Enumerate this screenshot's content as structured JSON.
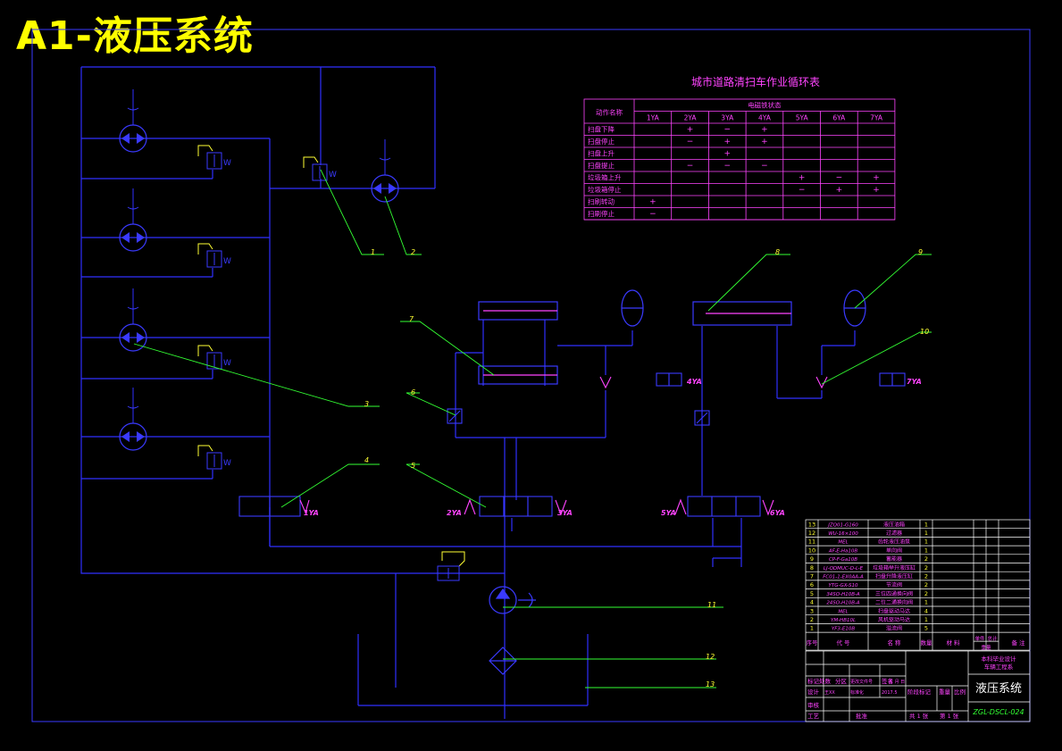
{
  "sheet_title": "A1-液压系统",
  "cycle_table": {
    "title": "城市道路清扫车作业循环表",
    "header_action": "动作名称",
    "header_group": "电磁铁状态",
    "columns": [
      "1YA",
      "2YA",
      "3YA",
      "4YA",
      "5YA",
      "6YA",
      "7YA"
    ],
    "rows": [
      {
        "name": "扫盘下降",
        "cells": [
          "",
          "+",
          "−",
          "+",
          "",
          "",
          ""
        ]
      },
      {
        "name": "扫盘停止",
        "cells": [
          "",
          "−",
          "+",
          "+",
          "",
          "",
          ""
        ]
      },
      {
        "name": "扫盘上升",
        "cells": [
          "",
          "",
          "+",
          "",
          "",
          "",
          ""
        ]
      },
      {
        "name": "扫盘提止",
        "cells": [
          "",
          "−",
          "−",
          "−",
          "",
          "",
          ""
        ]
      },
      {
        "name": "垃圾箱上升",
        "cells": [
          "",
          "",
          "",
          "",
          "+",
          "−",
          "+"
        ]
      },
      {
        "name": "垃圾箱停止",
        "cells": [
          "",
          "",
          "",
          "",
          "−",
          "+",
          "+"
        ]
      },
      {
        "name": "扫刷转动",
        "cells": [
          "+",
          "",
          "",
          "",
          "",
          "",
          ""
        ]
      },
      {
        "name": "扫刷停止",
        "cells": [
          "−",
          "",
          "",
          "",
          "",
          "",
          ""
        ]
      }
    ]
  },
  "solenoid_labels": {
    "a1": "1YA",
    "b2": "2YA",
    "b3": "3YA",
    "c4": "4YA",
    "d5": "5YA",
    "d6": "6YA",
    "e7": "7YA"
  },
  "symbol_letter_w": "W",
  "callouts": [
    "1",
    "2",
    "3",
    "4",
    "5",
    "6",
    "7",
    "8",
    "9",
    "10",
    "11",
    "12",
    "13"
  ],
  "parts_list": {
    "rows": [
      {
        "no": "13",
        "code": "JZQ01-G160",
        "name": "液压油箱",
        "qty": "1"
      },
      {
        "no": "12",
        "code": "WU-16×100",
        "name": "过滤器",
        "qty": "1"
      },
      {
        "no": "11",
        "code": "MEL",
        "name": "齿轮液压油泵",
        "qty": "1"
      },
      {
        "no": "10",
        "code": "AF-E-Ha10B",
        "name": "单向阀",
        "qty": "1"
      },
      {
        "no": "9",
        "code": "CP-F-Ga10B",
        "name": "蓄能器",
        "qty": "2"
      },
      {
        "no": "8",
        "code": "LJ-QDMUC-D-L-E",
        "name": "垃圾箱举升液压缸",
        "qty": "2"
      },
      {
        "no": "7",
        "code": "FC01-1-EX0AA-A",
        "name": "扫盘升降液压缸",
        "qty": "2"
      },
      {
        "no": "6",
        "code": "YTG-GX-S10",
        "name": "节流阀",
        "qty": "2"
      },
      {
        "no": "5",
        "code": "34SO-H10B-A",
        "name": "三位四通换向阀",
        "qty": "2"
      },
      {
        "no": "4",
        "code": "24SO-H10B-A",
        "name": "二位二通换向阀",
        "qty": "1"
      },
      {
        "no": "3",
        "code": "MEL",
        "name": "扫盘驱动马达",
        "qty": "4"
      },
      {
        "no": "2",
        "code": "YM-HB10L",
        "name": "风机驱动马达",
        "qty": "1"
      },
      {
        "no": "1",
        "code": "YF3-E10B",
        "name": "溢流阀",
        "qty": "5"
      }
    ],
    "header": {
      "no": "序号",
      "code": "代 号",
      "name": "名 称",
      "qty": "数量",
      "material": "材 料",
      "unit_weight": "单件",
      "total_weight": "总计",
      "weight": "重量",
      "remarks": "备 注"
    }
  },
  "title_block": {
    "school": "本科毕业设计",
    "school2": "车辆工程系",
    "drawing_name": "液压系统",
    "drawing_no": "ZGL-DSCL-024",
    "marks": "标记处数",
    "zone": "分区",
    "change_doc": "更改文件号",
    "sign": "签名",
    "date": "年 月 日",
    "design": "设计",
    "standardize": "标准化",
    "stage_mark": "阶段标记",
    "weight": "重量",
    "scale": "比例",
    "review": "审核",
    "process": "工艺",
    "approve": "批准",
    "sheets_total": "共 1 张",
    "sheet_no": "第 1 张",
    "designer": "王XX",
    "date_value": "2017.5"
  }
}
